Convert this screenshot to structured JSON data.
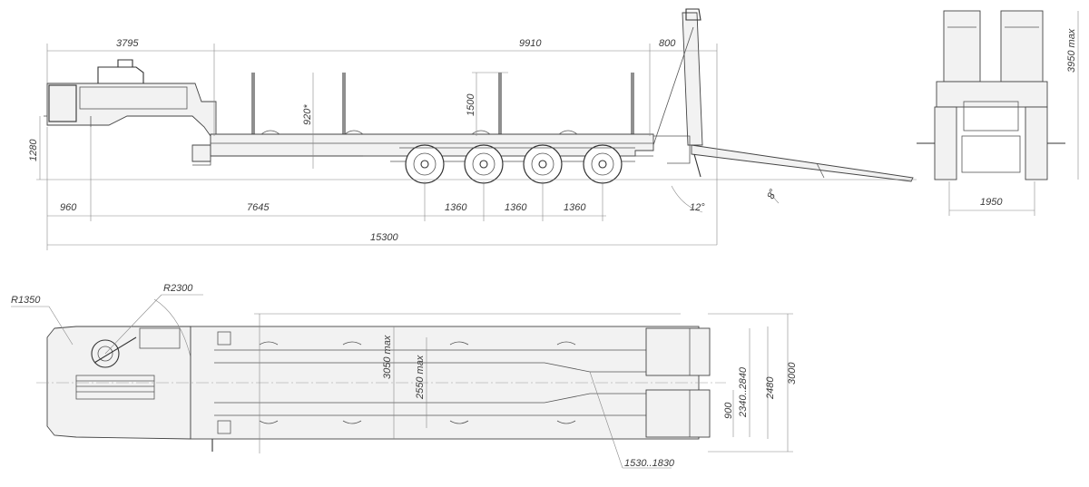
{
  "side_view": {
    "dimensions": {
      "front_overhang_3795": "3795",
      "deck_9910": "9910",
      "rear_800": "800",
      "height_1280": "1280",
      "stake_920": "920*",
      "stake_1500": "1500",
      "kingpin_960": "960",
      "wheelbase_7645": "7645",
      "axle_1": "1360",
      "axle_2": "1360",
      "axle_3": "1360",
      "total_length": "15300",
      "angle_12": "12°",
      "angle_8": "8°"
    }
  },
  "rear_view": {
    "dimensions": {
      "height_max": "3950 max",
      "track_width": "1950"
    }
  },
  "top_view": {
    "dimensions": {
      "radius_1350": "R1350",
      "radius_2300": "R2300",
      "width_3050": "3050 max",
      "width_2550": "2550 max",
      "ramp_900": "900",
      "ramp_gap": "2340..2840",
      "width_2480": "2480",
      "width_3000": "3000",
      "ramp_spacing": "1530..1830"
    }
  }
}
